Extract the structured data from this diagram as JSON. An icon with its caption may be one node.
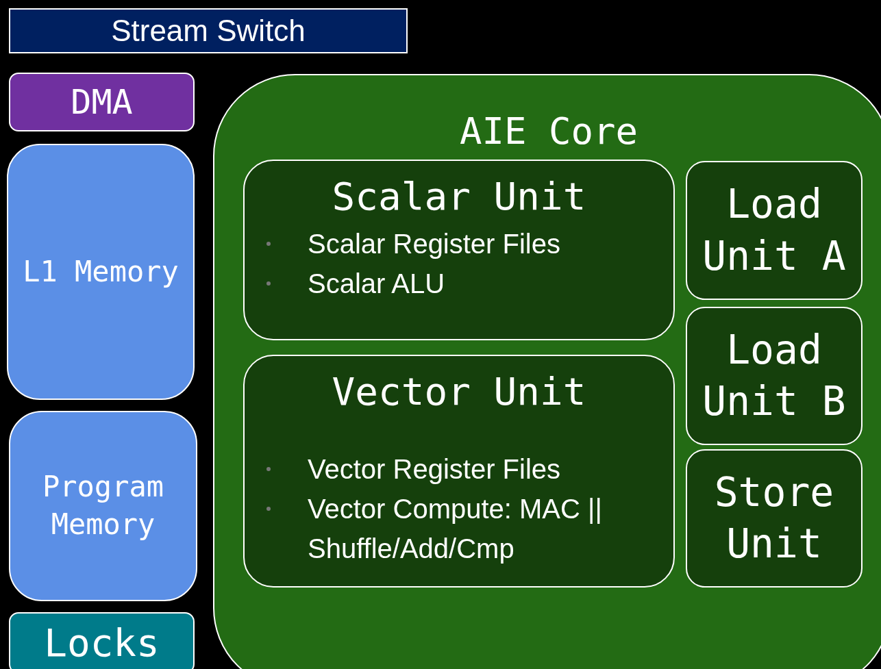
{
  "diagram": {
    "nodes": [
      {
        "text": [
          "Stream Switch"
        ]
      },
      {
        "text": [
          "DMA"
        ]
      },
      {
        "text": [
          "L1 Memory"
        ]
      },
      {
        "text": [
          "Program Memory"
        ]
      },
      {
        "text": [
          "Locks"
        ]
      },
      {
        "text": [
          "AIE Core"
        ]
      },
      {
        "text": [
          "Scalar Unit",
          "Scalar Register Files",
          "Scalar ALU"
        ],
        "in": 5
      },
      {
        "text": [
          "Vector Unit",
          "Vector Register Files",
          "Vector Compute: MAC || Shuffle/Add/Cmp"
        ],
        "in": 5
      },
      {
        "text": [
          "Load Unit A"
        ],
        "in": 5
      },
      {
        "text": [
          "Load Unit B"
        ],
        "in": 5
      },
      {
        "text": [
          "Store Unit"
        ],
        "in": 5
      }
    ]
  }
}
